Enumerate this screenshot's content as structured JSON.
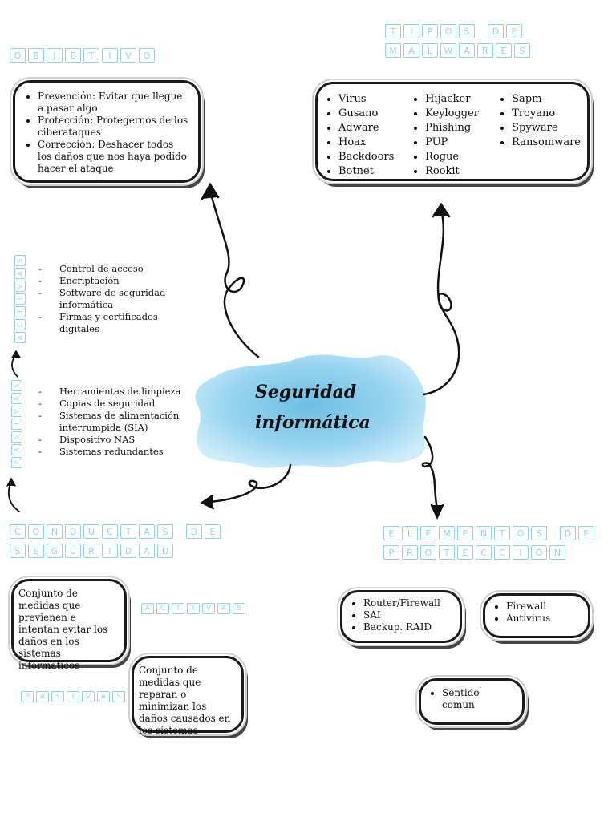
{
  "headings": {
    "objetivo": [
      "O",
      "B",
      "J",
      "E",
      "T",
      "I",
      "V",
      "O"
    ],
    "tipos_line1": [
      "T",
      "I",
      "P",
      "O",
      "S",
      " ",
      "D",
      "E"
    ],
    "tipos_line2": [
      "M",
      "A",
      "L",
      "W",
      "A",
      "R",
      "E",
      "S"
    ],
    "conductas_line1": [
      "C",
      "O",
      "N",
      "D",
      "U",
      "C",
      "T",
      "A",
      "S",
      " ",
      "D",
      "E"
    ],
    "conductas_line2": [
      "S",
      "E",
      "G",
      "U",
      "R",
      "I",
      "D",
      "A",
      "D"
    ],
    "elementos_line1": [
      "E",
      "L",
      "E",
      "M",
      "E",
      "N",
      "T",
      "O",
      "S",
      " ",
      "D",
      "E"
    ],
    "elementos_line2": [
      "P",
      "R",
      "O",
      "T",
      "E",
      "C",
      "C",
      "I",
      "Ó",
      "N"
    ],
    "activas": [
      "A",
      "C",
      "T",
      "I",
      "V",
      "A",
      "S"
    ],
    "pasivas": [
      "P",
      "A",
      "S",
      "I",
      "V",
      "A",
      "S"
    ]
  },
  "center": {
    "line1": "Seguridad",
    "line2": "informática"
  },
  "objetivo_items": [
    "Prevención: Evitar que llegue a pasar algo",
    "Protección: Protegernos de los ciberataques",
    "Corrección: Deshacer todos los daños que nos haya podido hacer el ataque"
  ],
  "malware_cols": [
    [
      "Virus",
      "Gusano",
      "Adware",
      "Hoax",
      "Backdoors",
      "Botnet"
    ],
    [
      "Hijacker",
      "Keylogger",
      "Phishing",
      "PUP",
      "Rogue",
      "Rookit"
    ],
    [
      "Sapm",
      "Troyano",
      "Spyware",
      "Ransomware"
    ]
  ],
  "activas_items": [
    "Control de acceso",
    "Encriptación",
    "Software de seguridad informática",
    "Firmas y certificados digitales"
  ],
  "pasivas_items": [
    "Herramientas de limpieza",
    "Copias de seguridad",
    "Sistemas de alimentación interrumpida (SIA)",
    "Dispositivo NAS",
    "Sistemas redundantes"
  ],
  "conductas": {
    "activas_desc": "Conjunto de medidas que previenen e intentan evitar los daños en los sistemas informáticos",
    "pasivas_desc": "Conjunto de medidas que reparan o minimizan los daños causados en los sistemas"
  },
  "proteccion": {
    "box1": [
      "Router/Firewall",
      "SAI",
      "Backup. RAID"
    ],
    "box2": [
      "Firewall",
      "Antivirus"
    ],
    "box3": [
      "Sentido comun"
    ]
  },
  "colors": {
    "accent": "#8fd3ee",
    "splash": "#7ccbea",
    "ink": "#111111"
  }
}
